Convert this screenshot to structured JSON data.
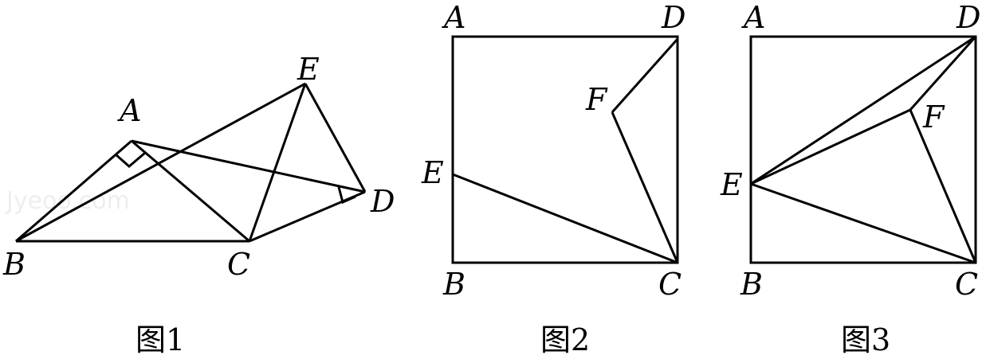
{
  "figure1": {
    "caption": "图1",
    "watermark": "Jyeoo.com",
    "labels": {
      "A": "A",
      "B": "B",
      "C": "C",
      "D": "D",
      "E": "E"
    }
  },
  "figure2": {
    "caption": "图2",
    "labels": {
      "A": "A",
      "B": "B",
      "C": "C",
      "D": "D",
      "E": "E",
      "F": "F"
    }
  },
  "figure3": {
    "caption": "图3",
    "labels": {
      "A": "A",
      "B": "B",
      "C": "C",
      "D": "D",
      "E": "E",
      "F": "F"
    }
  }
}
